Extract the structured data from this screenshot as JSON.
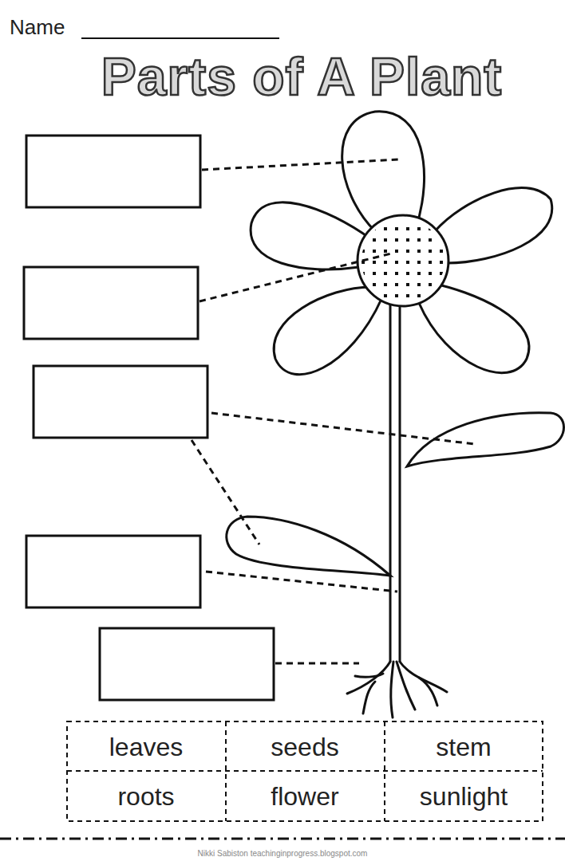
{
  "diagram": {
    "title": "Parts of A Plant",
    "labels": [
      "Name",
      "leaves",
      "seeds",
      "stem",
      "roots",
      "flower",
      "sunlight",
      "Nikki Sabiston teachinginprogress.blogspot.com"
    ]
  }
}
